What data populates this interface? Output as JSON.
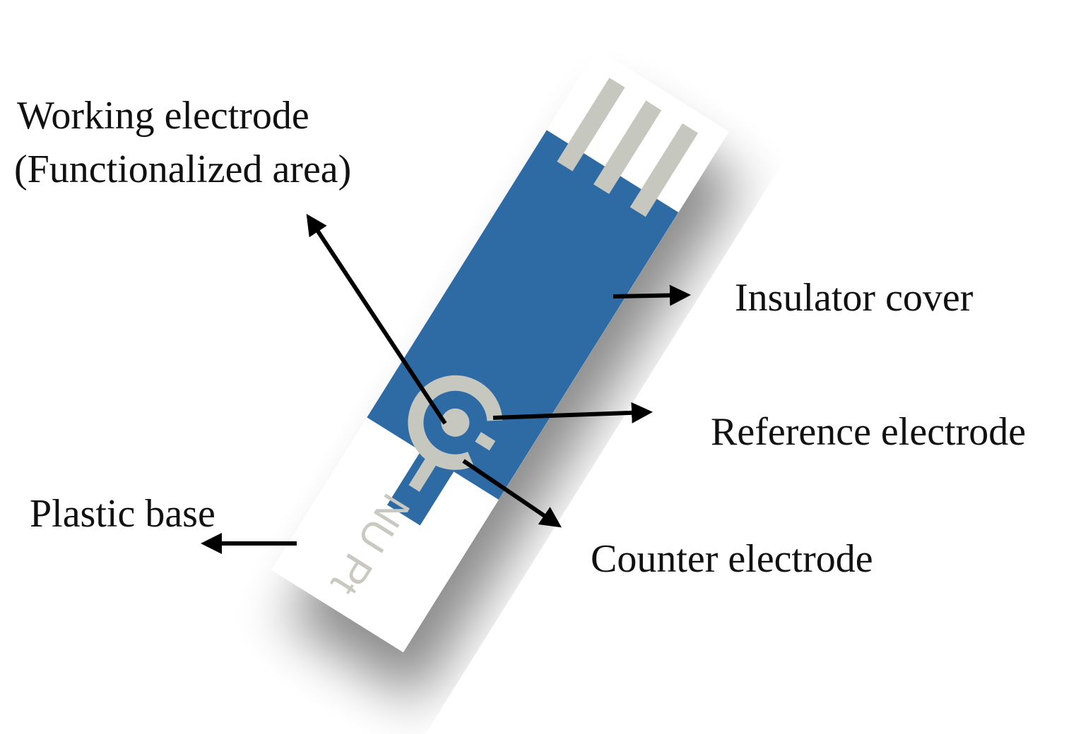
{
  "labels": {
    "working_line1": "Working electrode",
    "working_line2": "(Functionalized area)",
    "insulator": "Insulator cover",
    "reference": "Reference electrode",
    "counter": "Counter electrode",
    "plastic": "Plastic base"
  },
  "strip": {
    "print_text": "NU Pt"
  },
  "colors": {
    "insulator_blue": "#2e6ba5",
    "electrode_gray": "#c6c7bf",
    "base_white": "#ffffff",
    "arrow": "#000000"
  }
}
